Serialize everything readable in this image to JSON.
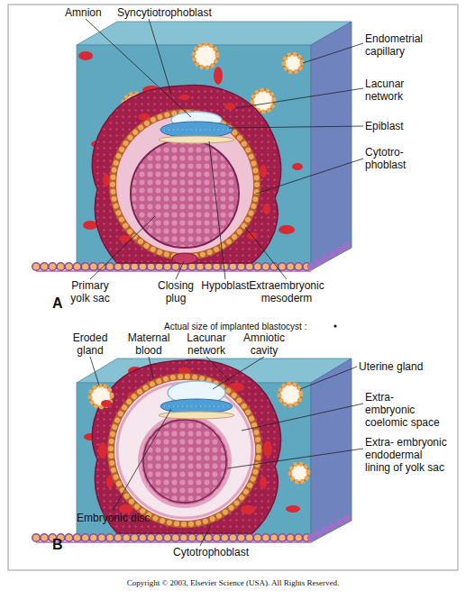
{
  "diagram": {
    "labels": [
      "Amnion",
      "Syncytiotrophoblast",
      "Endometrial capillary",
      "Lacunar network",
      "Epiblast",
      "Cytotro- phoblast",
      "Primary yolk sac",
      "Closing plug",
      "Hypoblast",
      "Extraembryonic mesoderm",
      "A",
      "Actual size of implanted blastocyst :",
      "Eroded gland",
      "Maternal blood",
      "Lacunar network",
      "Amniotic cavity",
      "Uterine gland",
      "Extra- embryonic coelomic space",
      "Extra- embryonic endodermal lining of yolk sac",
      "Embryonic disc",
      "B",
      "Cytotrophoblast",
      "Copyright © 2003, Elsevier Science (USA). All Rights Reserved."
    ]
  }
}
